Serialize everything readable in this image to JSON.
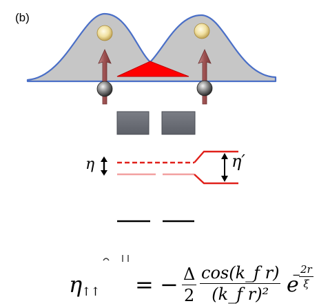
{
  "panel_label": "(b)",
  "eta_label": "η",
  "eta_prime_label": "η′",
  "formula": {
    "lhs": "η",
    "lhs_sub": "↑↑",
    "equals": "=",
    "minus": "−",
    "frac1_num": "Δ",
    "frac1_den": "2",
    "frac2_num": "cos(k_f r)",
    "frac2_den": "(k_f r)²",
    "exp_base": "e",
    "exp_minus": "−",
    "exp_num": "2r",
    "exp_den": "ξ"
  },
  "colors": {
    "gaussian_fill": "#c6c6c6",
    "gaussian_edge": "#4a6fc7",
    "overlap_fill": "#ff0000",
    "spin_arrow": "#a35a5a",
    "electrode": "#6b6e76",
    "level_red": "#e0201a",
    "level_pink": "#f2a0a0"
  }
}
